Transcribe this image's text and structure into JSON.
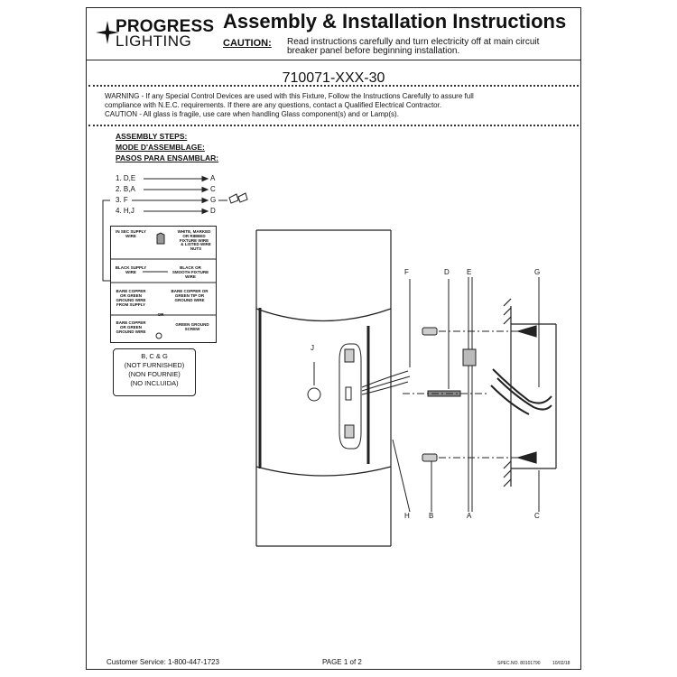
{
  "header": {
    "logo_line1": "PROGRESS",
    "logo_line2": "LIGHTING",
    "title": "Assembly & Installation Instructions",
    "caution_label": "CAUTION:",
    "caution_text": "Read instructions carefully and turn electricity off at main circuit breaker panel before beginning installation."
  },
  "model_number": "710071-XXX-30",
  "warning": {
    "line1": "WARNING - If any Special Control Devices are used with this Fixture, Follow the Instructions Carefully to assure full",
    "line2": "compliance with N.E.C. requirements. If there are any questions, contact a Qualified Electrical Contractor.",
    "line3": "CAUTION - All glass is fragile, use care when handling Glass component(s) and or Lamp(s)."
  },
  "assembly": {
    "heading_en": "ASSEMBLY STEPS:",
    "heading_fr": "MODE D'ASSEMBLAGE:",
    "heading_es": "PASOS PARA ENSAMBLAR:",
    "steps": [
      {
        "start": "1. D,E",
        "end": "A"
      },
      {
        "start": "2. B,A",
        "end": "C"
      },
      {
        "start": "3. F",
        "end": "G"
      },
      {
        "start": "4. H,J",
        "end": "D"
      }
    ]
  },
  "wiring": {
    "r1a": "IN SEC SUPPLY WIRE",
    "r1b": "WHITE, MARKED OR RIBBED FIXTURE WIRE",
    "r1c": "& LISTED WIRE NUTS",
    "r2a": "BLACK SUPPLY WIRE",
    "r2b": "BLACK OR SMOOTH FIXTURE WIRE",
    "r3a": "BARE COPPER OR GREEN GROUND WIRE FROM SUPPLY",
    "r3b": "BARE COPPER OR GREEN TIP OR GROUND WIRE",
    "r3c": "OR",
    "r4a": "BARE COPPER OR GREEN GROUND WIRE",
    "r4b": "GREEN GROUND SCREW"
  },
  "not_furnished": {
    "parts": "B, C & G",
    "en": "(NOT FURNISHED)",
    "fr": "(NON FOURNIE)",
    "es": "(NO INCLUIDA)"
  },
  "diagram_labels": {
    "F": "F",
    "D": "D",
    "E": "E",
    "G": "G",
    "J": "J",
    "H": "H",
    "B": "B",
    "A": "A",
    "C": "C"
  },
  "footer": {
    "service": "Customer Service: 1-800-447-1723",
    "page": "PAGE 1 of 2",
    "spec": "SPEC.NO. 80101790",
    "date": "10/02/18"
  }
}
